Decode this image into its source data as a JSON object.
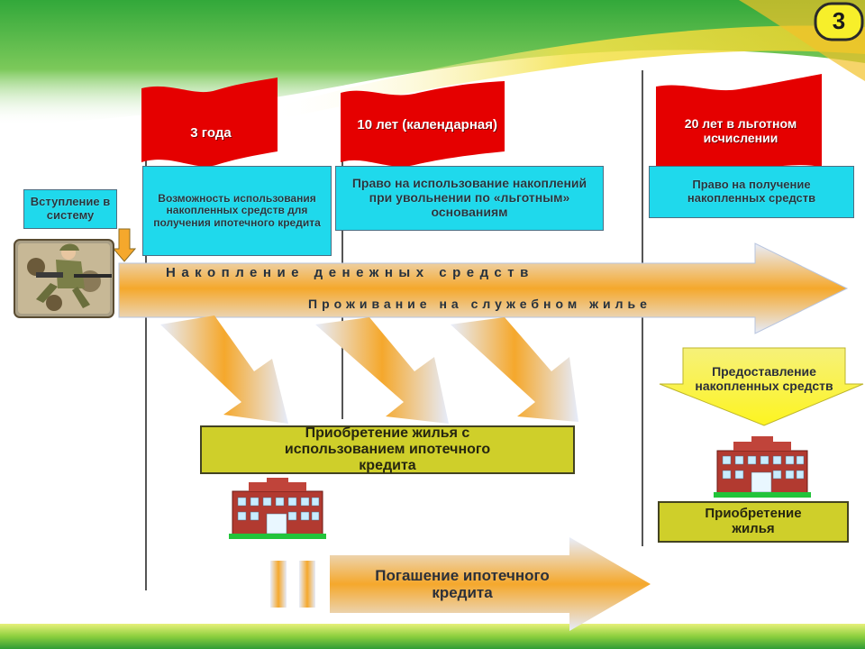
{
  "slide_number": "3",
  "flags": [
    {
      "text": "3 года"
    },
    {
      "text": "10 лет (календарная)"
    },
    {
      "text": "20 лет в льготном исчислении"
    }
  ],
  "boxes": {
    "entry": "Вступление в систему",
    "box1": "Возможность использования накопленных средств для получения ипотечного кредита",
    "box2": "Право на использование накоплений при увольнении по «льготным» основаниям",
    "box3": "Право на получение накопленных средств",
    "purchase_mortgage": "Приобретение жилья с использованием ипотечного кредита",
    "provision": "Предоставление накопленных средств",
    "purchase": "Приобретение жилья"
  },
  "arrows": {
    "main_line1": "Накопление денежных средств",
    "main_line2": "Проживание на служебном жилье",
    "repayment": "Погашение ипотечного кредита"
  },
  "colors": {
    "flag_red": "#e50000",
    "cyan_box": "#1fd9ec",
    "olive_box": "#cfcf2a",
    "green_bg": "#3fb238",
    "arrow_orange": "#f2a830",
    "building_red": "#b23a30"
  }
}
